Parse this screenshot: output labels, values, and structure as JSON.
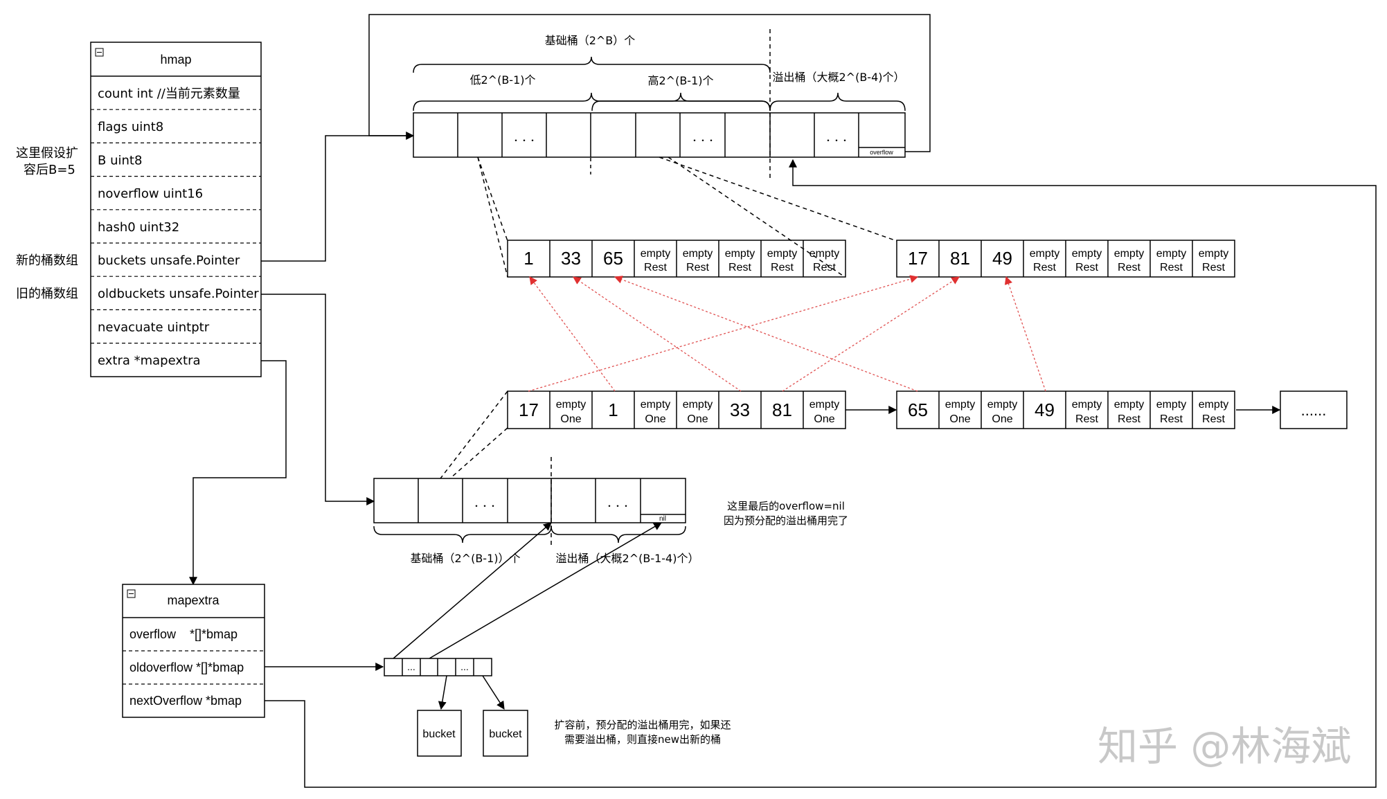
{
  "hmap": {
    "title": "hmap",
    "fields": [
      "count int //当前元素数量",
      "flags uint8",
      "B uint8",
      "noverflow uint16",
      "hash0 uint32",
      "buckets unsafe.Pointer",
      "oldbuckets unsafe.Pointer",
      "nevacuate uintptr",
      "extra *mapextra"
    ]
  },
  "side_labels": {
    "assume_line1": "这里假设扩",
    "assume_line2": "容后B=5",
    "new_buckets": "新的桶数组",
    "old_buckets": "旧的桶数组"
  },
  "new_array": {
    "title": "基础桶（2^B）个",
    "low": "低2^(B-1)个",
    "high": "高2^(B-1)个",
    "overflow": "溢出桶（大概2^(B-4)个）",
    "dots": "・・・",
    "overflow_tag": "overflow"
  },
  "new_bucket_low": {
    "nums": [
      "1",
      "33",
      "65"
    ],
    "empties": [
      [
        "empty",
        "Rest"
      ],
      [
        "empty",
        "Rest"
      ],
      [
        "empty",
        "Rest"
      ],
      [
        "empty",
        "Rest"
      ],
      [
        "empty",
        "Rest"
      ]
    ]
  },
  "new_bucket_high": {
    "nums": [
      "17",
      "81",
      "49"
    ],
    "empties": [
      [
        "empty",
        "Rest"
      ],
      [
        "empty",
        "Rest"
      ],
      [
        "empty",
        "Rest"
      ],
      [
        "empty",
        "Rest"
      ],
      [
        "empty",
        "Rest"
      ]
    ]
  },
  "old_bucket": {
    "cells": [
      {
        "t": "num",
        "v": "17"
      },
      {
        "t": "empty",
        "a": "empty",
        "b": "One"
      },
      {
        "t": "num",
        "v": "1"
      },
      {
        "t": "empty",
        "a": "empty",
        "b": "One"
      },
      {
        "t": "empty",
        "a": "empty",
        "b": "One"
      },
      {
        "t": "num",
        "v": "33"
      },
      {
        "t": "num",
        "v": "81"
      },
      {
        "t": "empty",
        "a": "empty",
        "b": "One"
      }
    ]
  },
  "old_overflow_bucket": {
    "cells": [
      {
        "t": "num",
        "v": "65"
      },
      {
        "t": "empty",
        "a": "empty",
        "b": "One"
      },
      {
        "t": "empty",
        "a": "empty",
        "b": "One"
      },
      {
        "t": "num",
        "v": "49"
      },
      {
        "t": "empty",
        "a": "empty",
        "b": "Rest"
      },
      {
        "t": "empty",
        "a": "empty",
        "b": "Rest"
      },
      {
        "t": "empty",
        "a": "empty",
        "b": "Rest"
      },
      {
        "t": "empty",
        "a": "empty",
        "b": "Rest"
      }
    ]
  },
  "more_box": "......",
  "old_array": {
    "dots": "・・・",
    "nil_tag": "nil",
    "base_label": "基础桶（2^(B-1)）个",
    "overflow_label": "溢出桶（大概2^(B-1-4)个）",
    "note_line1": "这里最后的overflow=nil",
    "note_line2": "因为预分配的溢出桶用完了"
  },
  "mapextra": {
    "title": "mapextra",
    "fields": [
      "overflow    *[]*bmap",
      "oldoverflow *[]*bmap",
      "nextOverflow *bmap"
    ]
  },
  "slice_dots": "...",
  "bucket_label": "bucket",
  "bottom_note_line1": "扩容前，预分配的溢出桶用完，如果还",
  "bottom_note_line2": "需要溢出桶，则直接new出新的桶",
  "watermark": "知乎 @林海斌",
  "colors": {
    "line": "#000000",
    "red": "#e06060",
    "watermark": "#c8c8c8"
  }
}
